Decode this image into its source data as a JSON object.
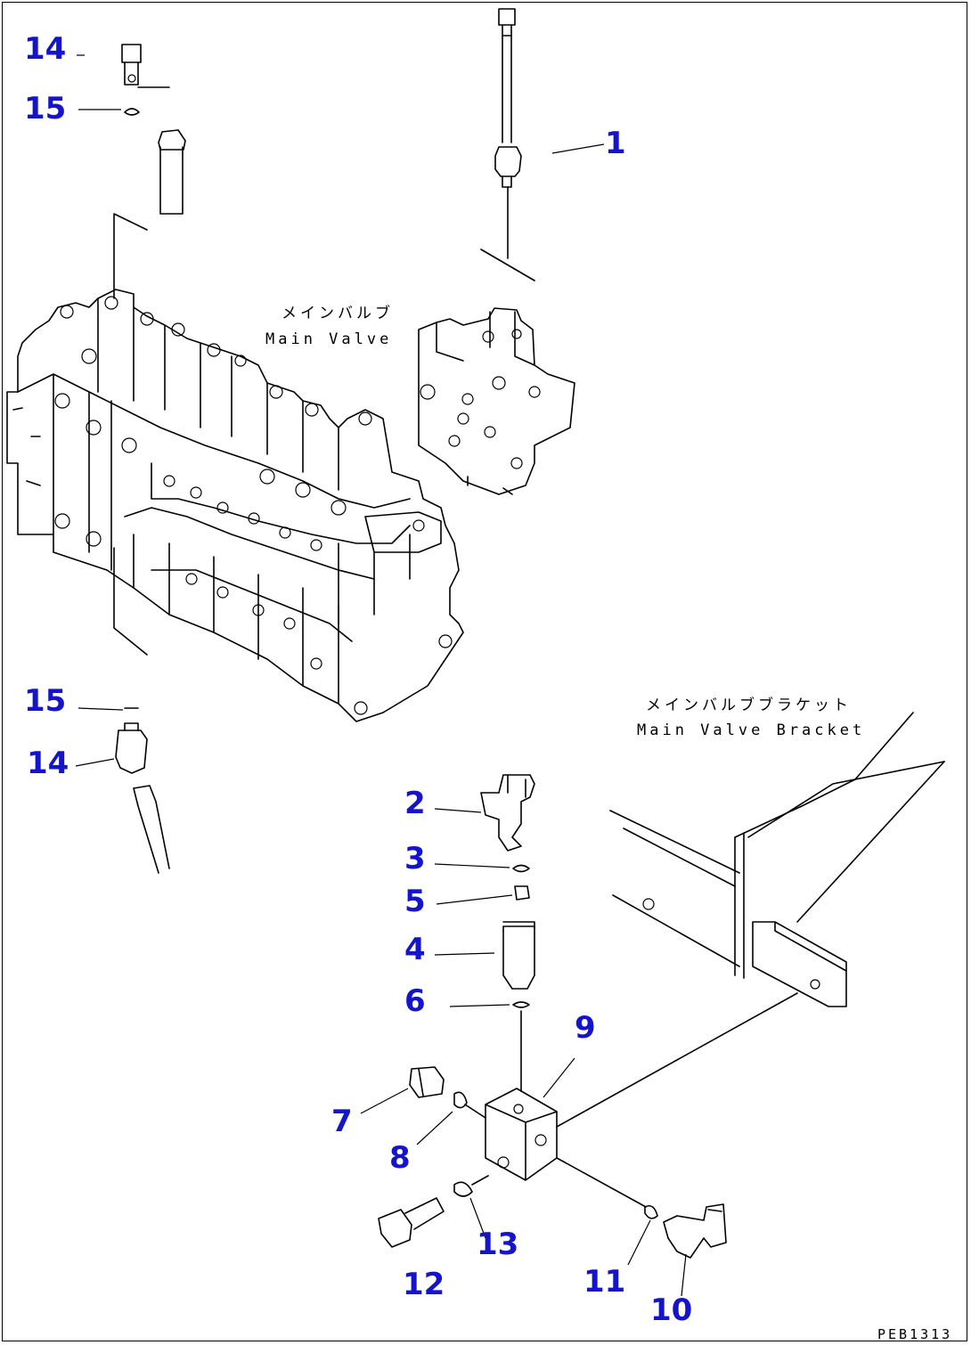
{
  "callouts": {
    "p1": "1",
    "p2": "2",
    "p3": "3",
    "p4": "4",
    "p5": "5",
    "p6": "6",
    "p7": "7",
    "p8": "8",
    "p9": "9",
    "p10": "10",
    "p11": "11",
    "p12": "12",
    "p13": "13",
    "p14_top": "14",
    "p15_top": "15",
    "p15_mid": "15",
    "p14_mid": "14"
  },
  "labels": {
    "main_valve_jp": "メインバルブ",
    "main_valve_en": "Main Valve",
    "bracket_jp": "メインバルブブラケット",
    "bracket_en": "Main Valve Bracket"
  },
  "drawing_code": "PEB1313",
  "colors": {
    "callout": "#1414cc",
    "line": "#000000"
  }
}
